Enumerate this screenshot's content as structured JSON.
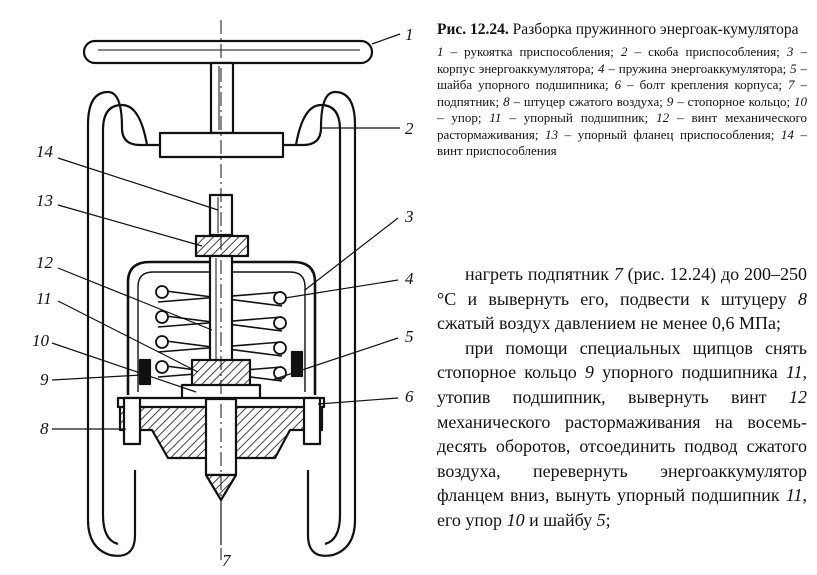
{
  "figure": {
    "callouts": {
      "c1": "1",
      "c2": "2",
      "c3": "3",
      "c4": "4",
      "c5": "5",
      "c6": "6",
      "c7": "7",
      "c8": "8",
      "c9": "9",
      "c10": "10",
      "c11": "11",
      "c12": "12",
      "c13": "13",
      "c14": "14"
    }
  },
  "caption": {
    "title_label": "Рис. 12.24.",
    "title_text": " Разборка пружинного энергоак-кумулятора",
    "legend": [
      {
        "num": "1",
        "text": " – рукоятка приспособления; "
      },
      {
        "num": "2",
        "text": " – скоба приспособления; "
      },
      {
        "num": "3",
        "text": " – корпус энергоаккумулятора; "
      },
      {
        "num": "4",
        "text": " – пружина энергоаккумулятора; "
      },
      {
        "num": "5",
        "text": " – шайба упорного подшипника; "
      },
      {
        "num": "6",
        "text": " – болт крепления корпуса; "
      },
      {
        "num": "7",
        "text": " – подпятник; "
      },
      {
        "num": "8",
        "text": " – штуцер сжатого воздуха; "
      },
      {
        "num": "9",
        "text": " – стопорное кольцо; "
      },
      {
        "num": "10",
        "text": " – упор; "
      },
      {
        "num": "11",
        "text": " – упорный подшипник; "
      },
      {
        "num": "12",
        "text": " – винт механического растормаживания; "
      },
      {
        "num": "13",
        "text": " – упорный фланец приспособления; "
      },
      {
        "num": "14",
        "text": " – винт приспособления"
      }
    ]
  },
  "body": {
    "p1": {
      "a": "нагреть подпятник ",
      "n1": "7",
      "b": " (рис. 12.24) до 200–250 °С и вывернуть его, подвести к штуцеру ",
      "n2": "8",
      "c": " сжатый воздух давлением не менее 0,6 МПа;"
    },
    "p2": {
      "a": "при помощи специальных щипцов снять стопорное кольцо ",
      "n1": "9",
      "b": " упорного подшипника ",
      "n2": "11",
      "c": ", утопив подшипник, вывернуть винт ",
      "n3": "12",
      "d": " механического растормаживания на восемь-десять оборотов, отсоединить подвод сжатого воздуха, перевернуть энергоаккумулятор фланцем вниз, вынуть упорный подшипник ",
      "n4": "11",
      "e": ", его упор ",
      "n5": "10",
      "f": " и шайбу ",
      "n6": "5",
      "g": ";"
    }
  }
}
